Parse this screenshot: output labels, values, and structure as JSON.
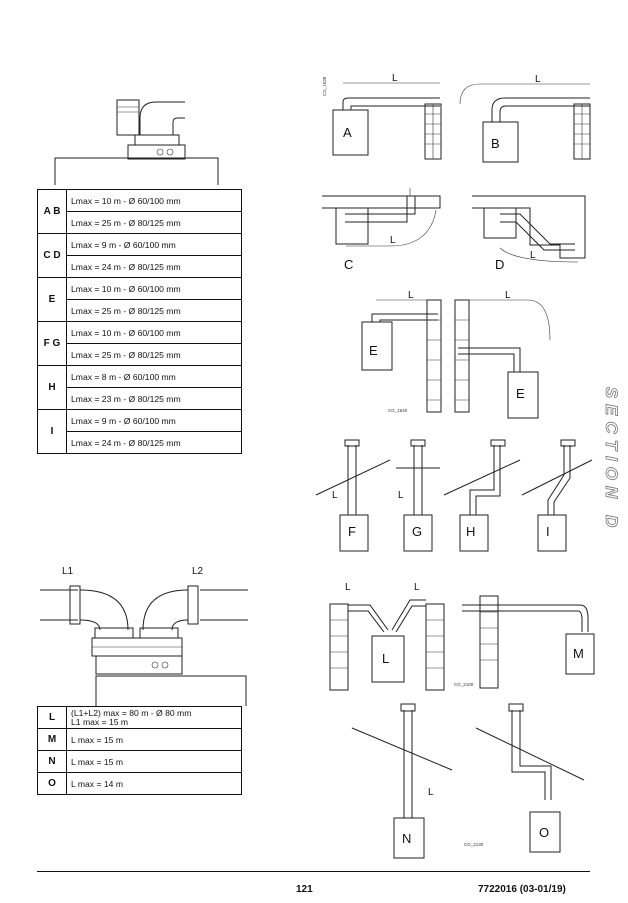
{
  "table1": [
    {
      "key": "A B",
      "rows": [
        "Lmax = 10 m  - Ø 60/100 mm",
        "Lmax = 25 m  - Ø 80/125 mm"
      ]
    },
    {
      "key": "C D",
      "rows": [
        "Lmax =   9 m  - Ø 60/100 mm",
        "Lmax = 24 m  - Ø 80/125 mm"
      ]
    },
    {
      "key": "E",
      "rows": [
        "Lmax = 10 m  - Ø 60/100 mm",
        "Lmax = 25 m  - Ø 80/125 mm"
      ]
    },
    {
      "key": "F G",
      "rows": [
        "Lmax = 10 m  - Ø 60/100 mm",
        "Lmax = 25 m  - Ø 80/125 mm"
      ]
    },
    {
      "key": "H",
      "rows": [
        "Lmax =   8 m  - Ø 60/100 mm",
        "Lmax = 23 m  - Ø 80/125 mm"
      ]
    },
    {
      "key": "I",
      "rows": [
        "Lmax =   9 m  - Ø 60/100 mm",
        "Lmax = 24 m  - Ø 80/125 mm"
      ]
    }
  ],
  "table2": [
    {
      "key": "L",
      "line1": "(L1+L2) max = 80 m  - Ø 80 mm",
      "line2": "L1 max = 15 m"
    },
    {
      "key": "M",
      "line1": "L max = 15 m",
      "line2": ""
    },
    {
      "key": "N",
      "line1": "L max = 15 m",
      "line2": ""
    },
    {
      "key": "O",
      "line1": "L max = 14 m",
      "line2": ""
    }
  ],
  "labels": {
    "L1": "L1",
    "L2": "L2",
    "L": "L",
    "A": "A",
    "B": "B",
    "C": "C",
    "D": "D",
    "E": "E",
    "F": "F",
    "G": "G",
    "H": "H",
    "I": "I",
    "N": "N",
    "O": "O",
    "M": "M"
  },
  "codes": {
    "cg1640": "CG_1640",
    "cg2130": "CG_2130",
    "cg2100": "CG_2100"
  },
  "section": "SECTION D",
  "footer": {
    "page": "121",
    "doc": "7722016 (03-01/19)"
  }
}
